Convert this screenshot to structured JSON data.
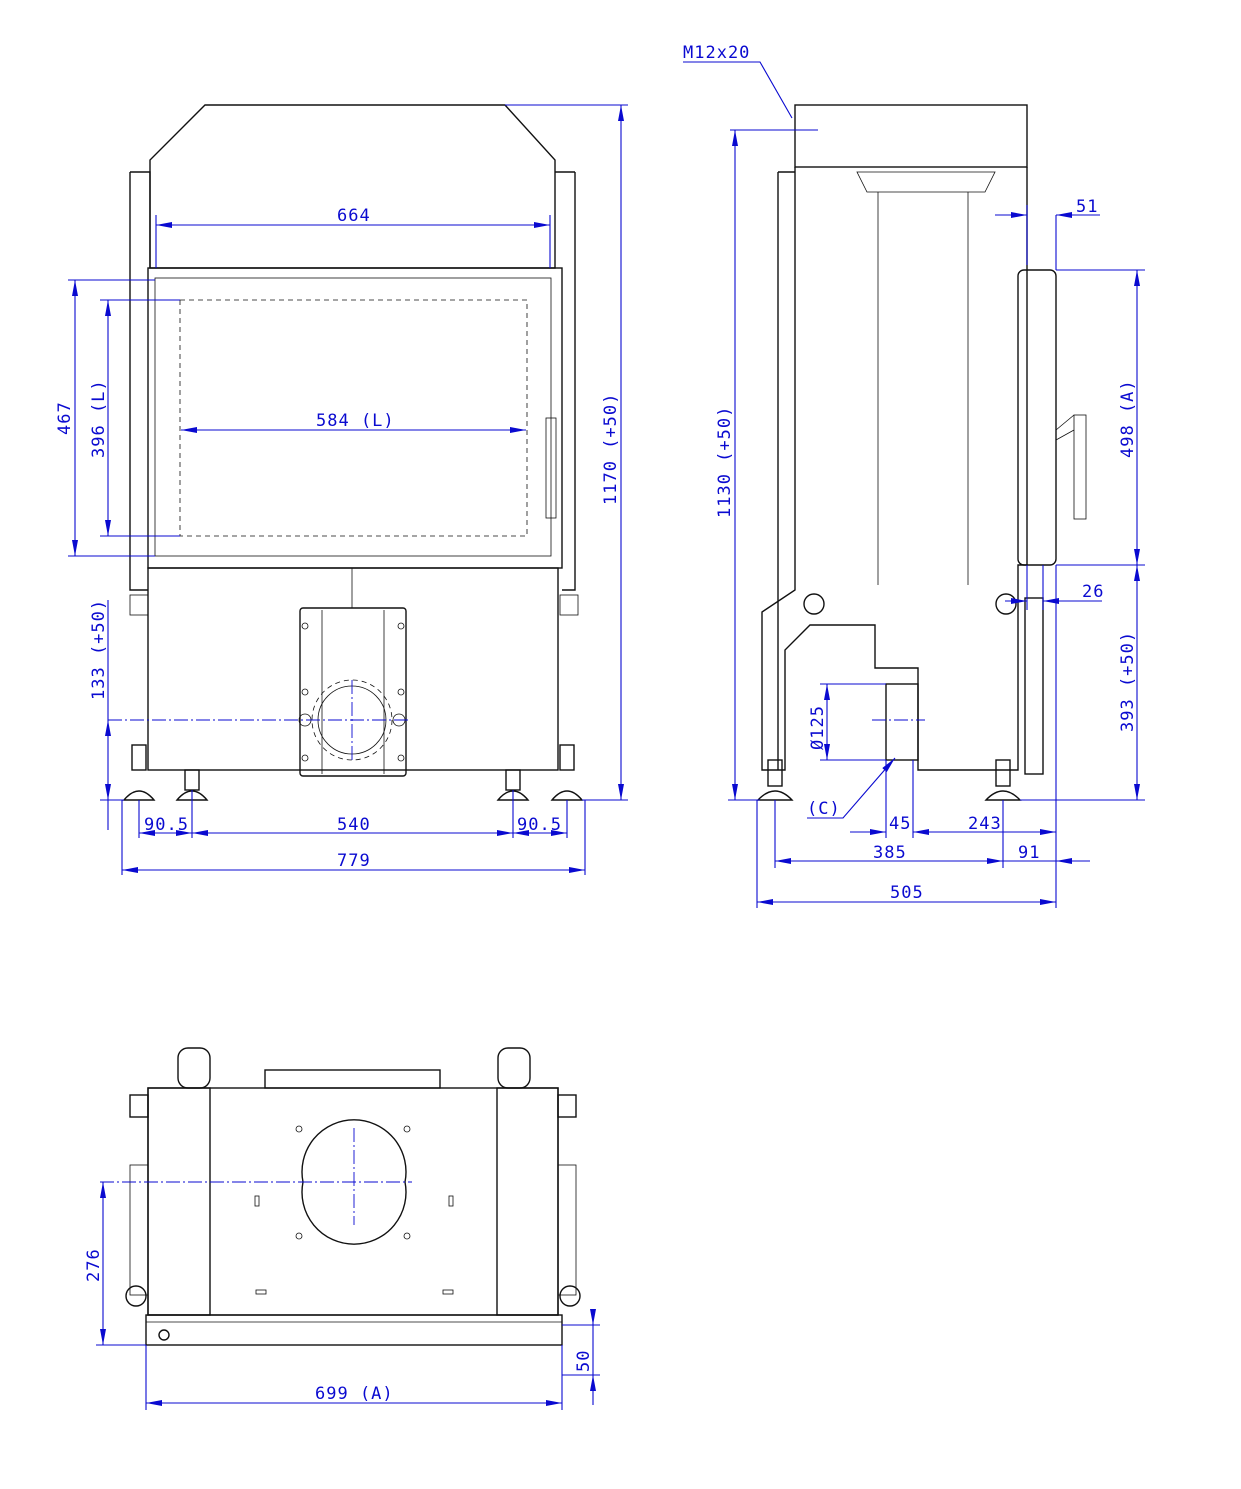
{
  "front_view": {
    "width_top": "664",
    "glass_width": "584 (L)",
    "height_door": "467",
    "glass_height": "396 (L)",
    "total_height": "1170 (+50)",
    "flue_height": "133 (+50)",
    "leg_offset_left": "90.5",
    "leg_span": "540",
    "leg_offset_right": "90.5",
    "total_width": "779"
  },
  "side_view": {
    "bolt_spec": "M12x20",
    "height": "1130 (+50)",
    "door_offset": "51",
    "door_height": "498 (A)",
    "frame_offset": "26",
    "lower_height": "393 (+50)",
    "air_inlet_diameter": "Ø125",
    "air_inlet_label": "(C)",
    "inlet_offset": "45",
    "inlet_to_front": "243",
    "leg_span": "385",
    "leg_to_front": "91",
    "total_depth": "505"
  },
  "bottom_view": {
    "inlet_depth": "276",
    "frame_depth": "50",
    "width": "699 (A)"
  },
  "colors": {
    "dimension": "#0a0ad0",
    "outline": "#111111"
  }
}
